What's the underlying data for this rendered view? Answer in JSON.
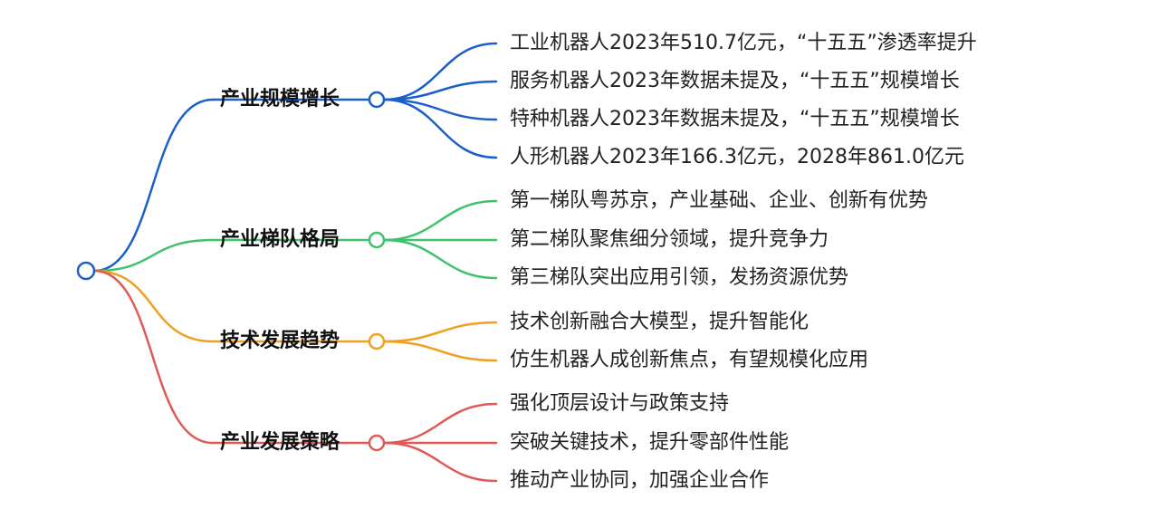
{
  "root": {
    "label": "",
    "color": "#1b5fc9"
  },
  "branches": [
    {
      "label": "产业规模增长",
      "color": "#1b5fc9",
      "children": [
        "工业机器人2023年510.7亿元，“十五五”渗透率提升",
        "服务机器人2023年数据未提及，“十五五”规模增长",
        "特种机器人2023年数据未提及，“十五五”规模增长",
        "人形机器人2023年166.3亿元，2028年861.0亿元"
      ]
    },
    {
      "label": "产业梯队格局",
      "color": "#3fc26b",
      "children": [
        "第一梯队粤苏京，产业基础、企业、创新有优势",
        "第二梯队聚焦细分领域，提升竞争力",
        "第三梯队突出应用引领，发扬资源优势"
      ]
    },
    {
      "label": "技术发展趋势",
      "color": "#f0a020",
      "children": [
        "技术创新融合大模型，提升智能化",
        "仿生机器人成创新焦点，有望规模化应用"
      ]
    },
    {
      "label": "产业发展策略",
      "color": "#e05a55",
      "children": [
        "强化顶层设计与政策支持",
        "突破关键技术，提升零部件性能",
        "推动产业协同，加强企业合作"
      ]
    }
  ]
}
